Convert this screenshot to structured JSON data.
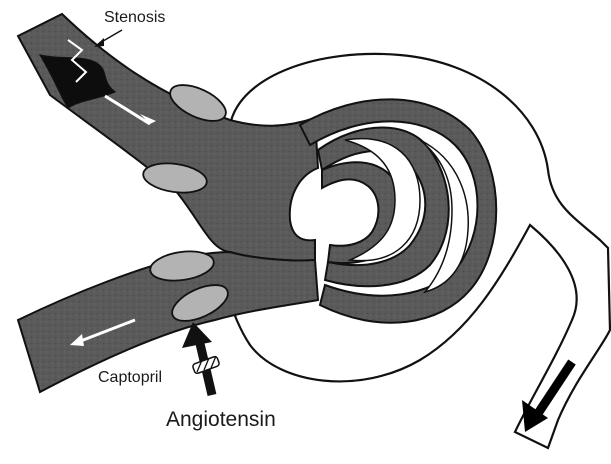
{
  "labels": {
    "stenosis": "Stenosis",
    "captopril": "Captopril",
    "angiotensin": "Angiotensin"
  },
  "colors": {
    "vessel_fill": "#5a5a5a",
    "vessel_stroke": "#111111",
    "stenosis_core": "#0d0d0d",
    "smooth_muscle": "#b3b3b3",
    "capsule_fill": "#ffffff",
    "arrow": "#ffffff",
    "outflow_arrow": "#000000"
  }
}
